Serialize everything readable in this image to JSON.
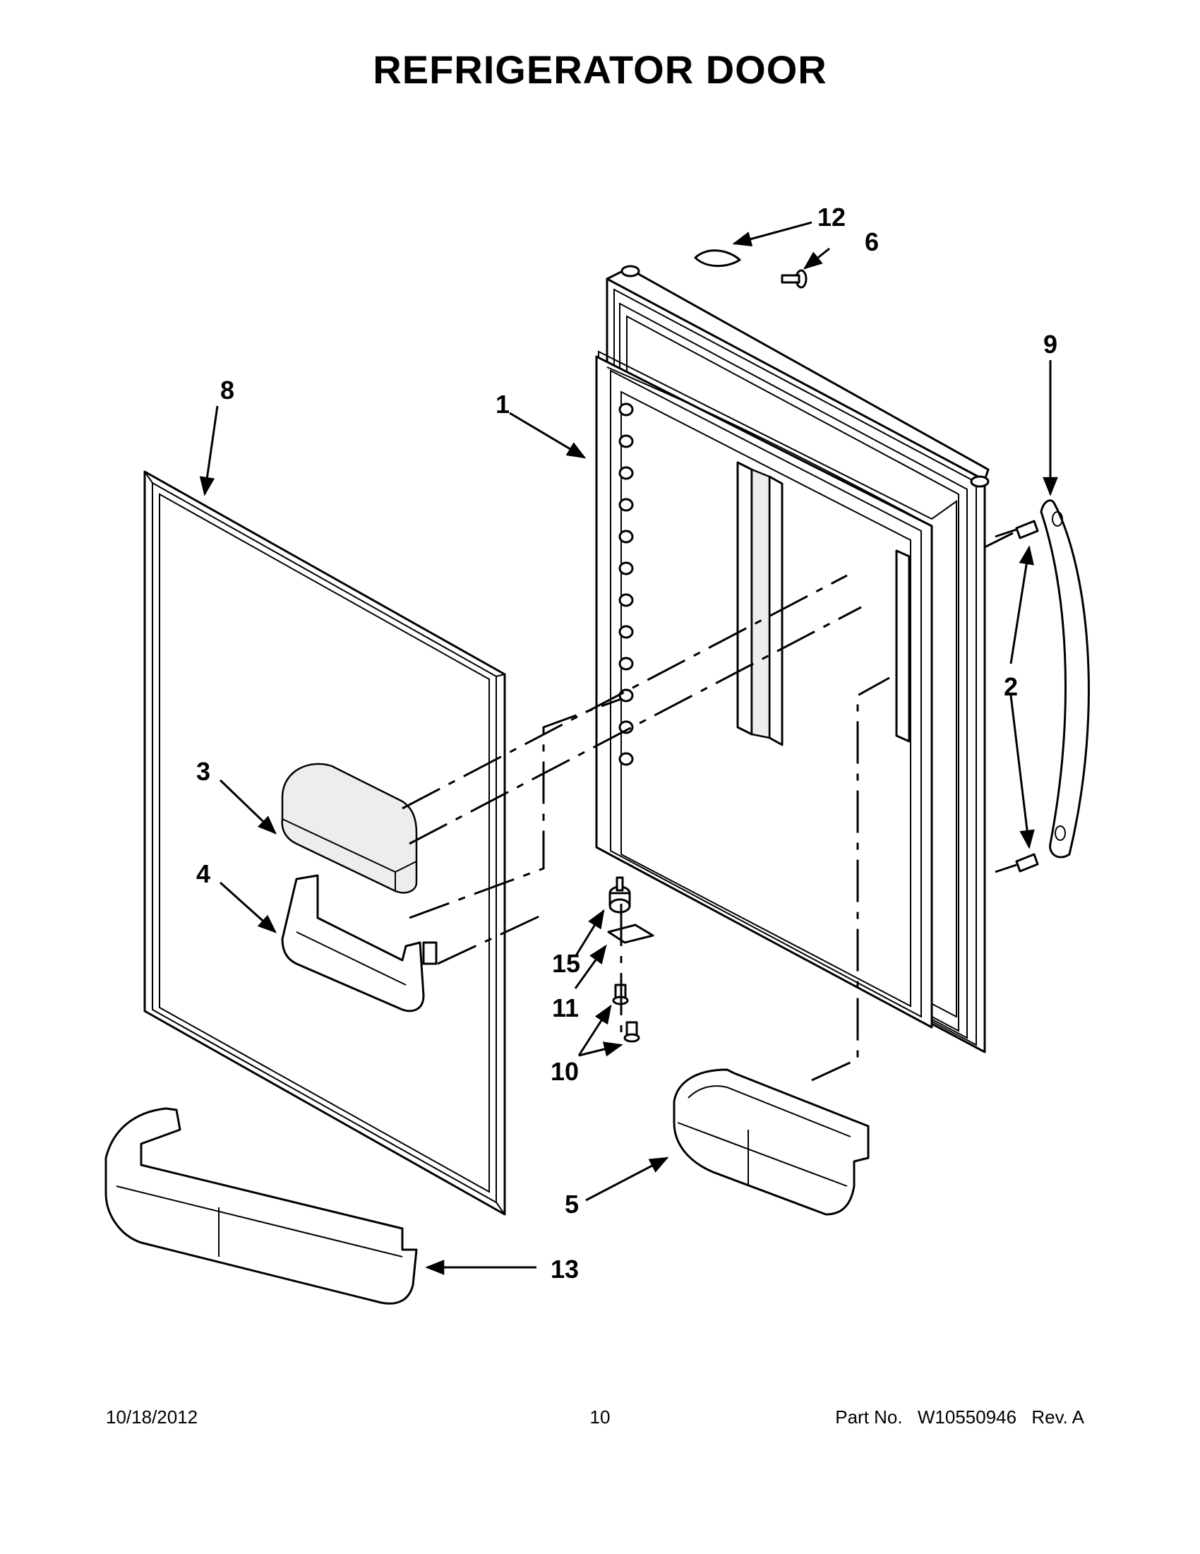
{
  "title": "REFRIGERATOR DOOR",
  "callouts": {
    "c1": "1",
    "c2": "2",
    "c3": "3",
    "c4": "4",
    "c5": "5",
    "c6": "6",
    "c8": "8",
    "c9": "9",
    "c10": "10",
    "c11": "11",
    "c12": "12",
    "c13": "13",
    "c15": "15"
  },
  "footer": {
    "date": "10/18/2012",
    "page": "10",
    "part_label": "Part No.",
    "part_number": "W10550946",
    "revision": "Rev.  A"
  }
}
